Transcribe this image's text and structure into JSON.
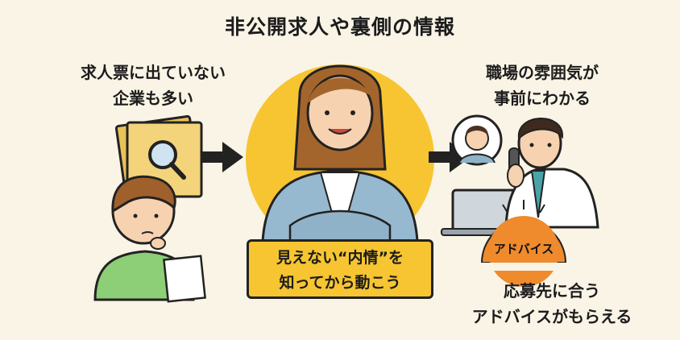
{
  "title": "非公開求人や裏側の情報",
  "left_caption": {
    "line1": "求人票に出ていない",
    "line2": "企業も多い"
  },
  "right_caption": {
    "line1": "職場の雰囲気が",
    "line2": "事前にわかる"
  },
  "center_message": {
    "line1": "見えない“内情”を",
    "line2": "知ってから動こう"
  },
  "advice_badge": "アドバイス",
  "advice_caption": {
    "line1": "応募先に合う",
    "line2": "アドバイスがもらえる"
  },
  "colors": {
    "background": "#faf4e6",
    "accent_yellow": "#f6c531",
    "badge_orange": "#ef8a2d",
    "arrow": "#222222"
  }
}
